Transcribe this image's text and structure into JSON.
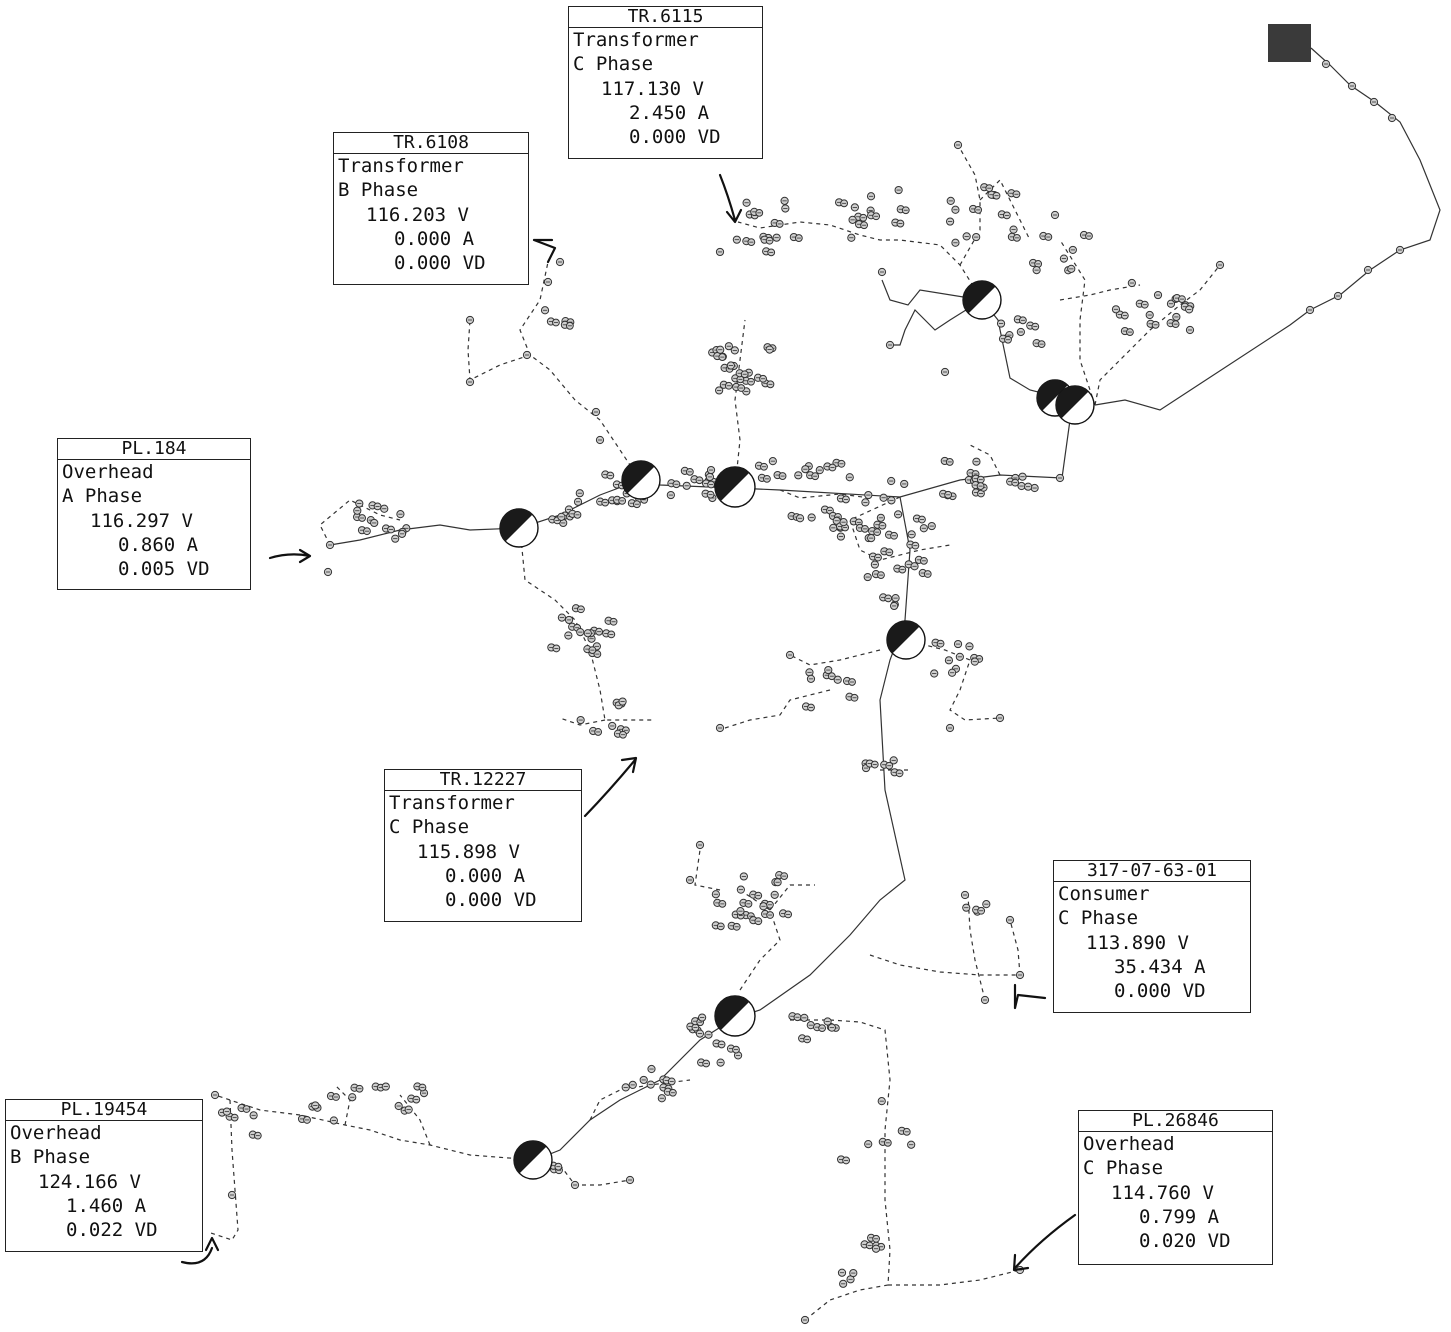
{
  "colors": {
    "line": "#333333",
    "node_fill": "#cfcfcf",
    "node_stroke": "#333333",
    "source_fill": "#3a3a3a",
    "meter_dark": "#1a1a1a",
    "meter_light": "#ffffff"
  },
  "labels": [
    {
      "id": "TR.6115",
      "type": "Transformer",
      "phase": "C Phase",
      "voltage": "117.130 V",
      "current": "2.450 A",
      "vd": "0.000 VD"
    },
    {
      "id": "TR.6108",
      "type": "Transformer",
      "phase": "B Phase",
      "voltage": "116.203 V",
      "current": "0.000 A",
      "vd": "0.000 VD"
    },
    {
      "id": "PL.184",
      "type": "Overhead",
      "phase": "A Phase",
      "voltage": "116.297 V",
      "current": "0.860 A",
      "vd": "0.005 VD"
    },
    {
      "id": "TR.12227",
      "type": "Transformer",
      "phase": "C Phase",
      "voltage": "115.898 V",
      "current": "0.000 A",
      "vd": "0.000 VD"
    },
    {
      "id": "317-07-63-01",
      "type": "Consumer",
      "phase": "C Phase",
      "voltage": "113.890 V",
      "current": "35.434 A",
      "vd": "0.000 VD"
    },
    {
      "id": "PL.19454",
      "type": "Overhead",
      "phase": "B Phase",
      "voltage": "124.166 V",
      "current": "1.460 A",
      "vd": "0.022 VD"
    },
    {
      "id": "PL.26846",
      "type": "Overhead",
      "phase": "C Phase",
      "voltage": "114.760 V",
      "current": "0.799 A",
      "vd": "0.020 VD"
    }
  ]
}
